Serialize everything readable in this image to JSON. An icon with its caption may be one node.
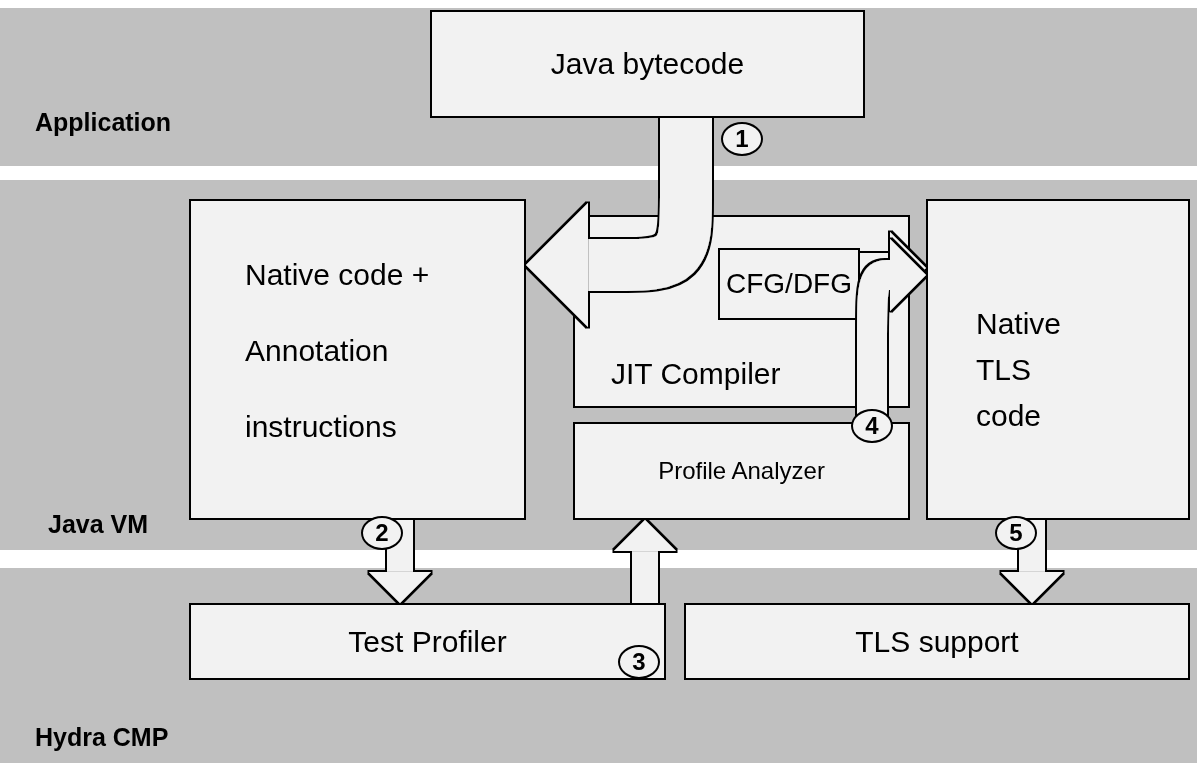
{
  "diagram": {
    "nodes": [
      {
        "text": [
          "Application"
        ]
      },
      {
        "text": [
          "Java bytecode"
        ],
        "in": 0
      },
      {
        "text": [
          "Java VM"
        ]
      },
      {
        "text": [
          "Native code + Annotation instructions"
        ],
        "in": 2
      },
      {
        "text": [
          "JIT Compiler"
        ],
        "in": 2
      },
      {
        "text": [
          "CFG/DFG"
        ],
        "in": 4
      },
      {
        "text": [
          "Profile Analyzer"
        ],
        "in": 2
      },
      {
        "text": [
          "Native TLS code"
        ],
        "in": 2
      },
      {
        "text": [
          "Hydra CMP"
        ]
      },
      {
        "text": [
          "Test Profiler"
        ],
        "in": 8
      },
      {
        "text": [
          "TLS support"
        ],
        "in": 8
      }
    ],
    "edges": [
      {
        "from": 1,
        "to": 3,
        "arrow": "to",
        "label": "1",
        "style": "thick"
      },
      {
        "from": 3,
        "to": 9,
        "arrow": "to",
        "label": "2"
      },
      {
        "from": 9,
        "to": 6,
        "arrow": "to",
        "label": "3"
      },
      {
        "from": 6,
        "to": 7,
        "arrow": "to",
        "label": "4"
      },
      {
        "from": 5,
        "to": 7,
        "arrow": "to"
      },
      {
        "from": 7,
        "to": 10,
        "arrow": "to",
        "label": "5"
      }
    ]
  }
}
